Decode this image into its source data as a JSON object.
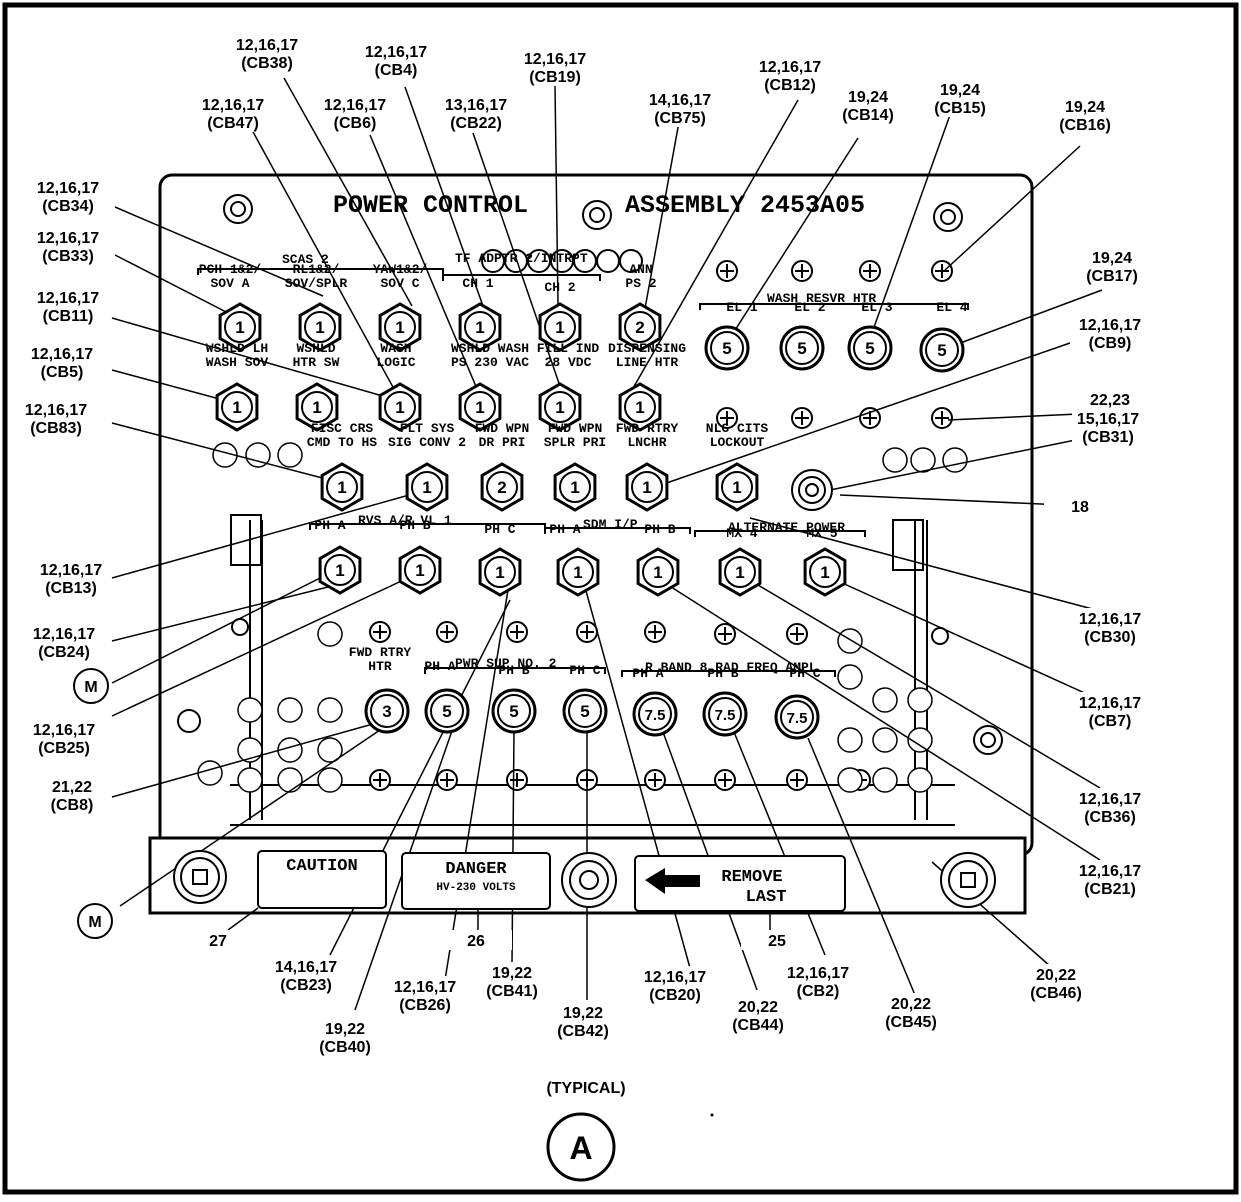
{
  "panel": {
    "title_left": "POWER CONTROL",
    "title_right": "ASSEMBLY 2453A05",
    "caution": "CAUTION",
    "danger": "DANGER",
    "danger_sub": "HV-230 VOLTS",
    "remove1": "REMOVE",
    "remove2": "LAST"
  },
  "view": {
    "typical": "(TYPICAL)",
    "letter": "A"
  },
  "groups": [
    {
      "id": "g-scas2",
      "text": "SCAS 2"
    },
    {
      "id": "g-tf",
      "text": "TF ADPTR 2/INTRPT"
    },
    {
      "id": "g-wash",
      "text": "WASH RESVR HTR"
    },
    {
      "id": "g-rvs",
      "text": "RVS A/R VL 1"
    },
    {
      "id": "g-sdm",
      "text": "SDM I/P"
    },
    {
      "id": "g-alt",
      "text": "ALTERNATE POWER"
    },
    {
      "id": "g-pwr",
      "text": "PWR SUP NO. 2"
    },
    {
      "id": "g-rband",
      "text": "R BAND 8 RAD FREQ AMPL"
    }
  ],
  "labels": [
    {
      "id": "r1-a",
      "l1": "PCH 1&2/",
      "l2": "SOV A"
    },
    {
      "id": "r1-b",
      "l1": "RL1&2/",
      "l2": "SOV/SPLR"
    },
    {
      "id": "r1-c",
      "l1": "YAW1&2/",
      "l2": "SOV C"
    },
    {
      "id": "r1-d",
      "l1": "",
      "l2": "CH 1"
    },
    {
      "id": "r1-e",
      "l1": "",
      "l2": "CH 2"
    },
    {
      "id": "r1-f",
      "l1": "ANN",
      "l2": "PS 2"
    },
    {
      "id": "r2-a",
      "l1": "WSHLD LH",
      "l2": "WASH SOV"
    },
    {
      "id": "r2-b",
      "l1": "WSHLD",
      "l2": "HTR SW"
    },
    {
      "id": "r2-c",
      "l1": "WASH",
      "l2": "LOGIC"
    },
    {
      "id": "r2-d",
      "l1": "WSHLD WASH",
      "l2": "PS 230 VAC"
    },
    {
      "id": "r2-e",
      "l1": "FILL IND",
      "l2": "28 VDC"
    },
    {
      "id": "r2-f",
      "l1": "DISPENSING",
      "l2": "LINE HTR"
    },
    {
      "id": "r3-a",
      "l1": "FISC CRS",
      "l2": "CMD TO HS"
    },
    {
      "id": "r3-b",
      "l1": "FLT SYS",
      "l2": "SIG CONV 2"
    },
    {
      "id": "r3-c",
      "l1": "FWD WPN",
      "l2": "DR PRI"
    },
    {
      "id": "r3-d",
      "l1": "FWD WPN",
      "l2": "SPLR PRI"
    },
    {
      "id": "r3-e",
      "l1": "FWD RTRY",
      "l2": "LNCHR"
    },
    {
      "id": "r3-f",
      "l1": "NLG CITS",
      "l2": "LOCKOUT"
    },
    {
      "id": "r4-a",
      "l1": "",
      "l2": "PH A"
    },
    {
      "id": "r4-b",
      "l1": "",
      "l2": "PH B"
    },
    {
      "id": "r4-c",
      "l1": "",
      "l2": "PH C"
    },
    {
      "id": "r4-d",
      "l1": "",
      "l2": "PH A"
    },
    {
      "id": "r4-e",
      "l1": "",
      "l2": "PH B"
    },
    {
      "id": "r4-f",
      "l1": "",
      "l2": "MX 4"
    },
    {
      "id": "r4-g",
      "l1": "",
      "l2": "MX 5"
    },
    {
      "id": "r5-a",
      "l1": "FWD RTRY",
      "l2": "HTR"
    },
    {
      "id": "r5-b",
      "l1": "",
      "l2": "PH A"
    },
    {
      "id": "r5-c",
      "l1": "",
      "l2": "PH B"
    },
    {
      "id": "r5-d",
      "l1": "",
      "l2": "PH C"
    },
    {
      "id": "r5-e",
      "l1": "",
      "l2": "PH A"
    },
    {
      "id": "r5-f",
      "l1": "",
      "l2": "PH B"
    },
    {
      "id": "r5-g",
      "l1": "",
      "l2": "PH C"
    },
    {
      "id": "el-1",
      "l1": "",
      "l2": "EL 1"
    },
    {
      "id": "el-2",
      "l1": "",
      "l2": "EL 2"
    },
    {
      "id": "el-3",
      "l1": "",
      "l2": "EL 3"
    },
    {
      "id": "el-4",
      "l1": "",
      "l2": "EL 4"
    }
  ],
  "breakers": [
    {
      "id": "cb-r1-a",
      "rating": "1"
    },
    {
      "id": "cb-r1-b",
      "rating": "1"
    },
    {
      "id": "cb-r1-c",
      "rating": "1"
    },
    {
      "id": "cb-r1-d",
      "rating": "1"
    },
    {
      "id": "cb-r1-e",
      "rating": "1"
    },
    {
      "id": "cb-r1-f",
      "rating": "2"
    },
    {
      "id": "cb-r2-a",
      "rating": "1"
    },
    {
      "id": "cb-r2-b",
      "rating": "1"
    },
    {
      "id": "cb-r2-c",
      "rating": "1"
    },
    {
      "id": "cb-r2-d",
      "rating": "1"
    },
    {
      "id": "cb-r2-e",
      "rating": "1"
    },
    {
      "id": "cb-r2-f",
      "rating": "1"
    },
    {
      "id": "cb-r3-a",
      "rating": "1"
    },
    {
      "id": "cb-r3-b",
      "rating": "1"
    },
    {
      "id": "cb-r3-c",
      "rating": "2"
    },
    {
      "id": "cb-r3-d",
      "rating": "1"
    },
    {
      "id": "cb-r3-e",
      "rating": "1"
    },
    {
      "id": "cb-r3-f",
      "rating": "1"
    },
    {
      "id": "cb-r4-a",
      "rating": "1"
    },
    {
      "id": "cb-r4-b",
      "rating": "1"
    },
    {
      "id": "cb-r4-c",
      "rating": "1"
    },
    {
      "id": "cb-r4-d",
      "rating": "1"
    },
    {
      "id": "cb-r4-e",
      "rating": "1"
    },
    {
      "id": "cb-r4-f",
      "rating": "1"
    },
    {
      "id": "cb-r4-g",
      "rating": "1"
    },
    {
      "id": "cb-el-1",
      "rating": "5"
    },
    {
      "id": "cb-el-2",
      "rating": "5"
    },
    {
      "id": "cb-el-3",
      "rating": "5"
    },
    {
      "id": "cb-el-4",
      "rating": "5"
    },
    {
      "id": "cb-r5-a",
      "rating": "3"
    },
    {
      "id": "cb-r5-b",
      "rating": "5"
    },
    {
      "id": "cb-r5-c",
      "rating": "5"
    },
    {
      "id": "cb-r5-d",
      "rating": "5"
    },
    {
      "id": "cb-r5-e",
      "rating": "7.5"
    },
    {
      "id": "cb-r5-f",
      "rating": "7.5"
    },
    {
      "id": "cb-r5-g",
      "rating": "7.5"
    }
  ],
  "callouts": [
    {
      "id": "c-cb38",
      "l1": "12,16,17",
      "l2": "(CB38)"
    },
    {
      "id": "c-cb4",
      "l1": "12,16,17",
      "l2": "(CB4)"
    },
    {
      "id": "c-cb19",
      "l1": "12,16,17",
      "l2": "(CB19)"
    },
    {
      "id": "c-cb12",
      "l1": "12,16,17",
      "l2": "(CB12)"
    },
    {
      "id": "c-cb47",
      "l1": "12,16,17",
      "l2": "(CB47)"
    },
    {
      "id": "c-cb6",
      "l1": "12,16,17",
      "l2": "(CB6)"
    },
    {
      "id": "c-cb22",
      "l1": "13,16,17",
      "l2": "(CB22)"
    },
    {
      "id": "c-cb75",
      "l1": "14,16,17",
      "l2": "(CB75)"
    },
    {
      "id": "c-cb14",
      "l1": "19,24",
      "l2": "(CB14)"
    },
    {
      "id": "c-cb15",
      "l1": "19,24",
      "l2": "(CB15)"
    },
    {
      "id": "c-cb16",
      "l1": "19,24",
      "l2": "(CB16)"
    },
    {
      "id": "c-cb34",
      "l1": "12,16,17",
      "l2": "(CB34)"
    },
    {
      "id": "c-cb33",
      "l1": "12,16,17",
      "l2": "(CB33)"
    },
    {
      "id": "c-cb11",
      "l1": "12,16,17",
      "l2": "(CB11)"
    },
    {
      "id": "c-cb5",
      "l1": "12,16,17",
      "l2": "(CB5)"
    },
    {
      "id": "c-cb83",
      "l1": "12,16,17",
      "l2": "(CB83)"
    },
    {
      "id": "c-cb17",
      "l1": "19,24",
      "l2": "(CB17)"
    },
    {
      "id": "c-cb9",
      "l1": "12,16,17",
      "l2": "(CB9)"
    },
    {
      "id": "c-2223",
      "l1": "22,23",
      "l2": ""
    },
    {
      "id": "c-cb31",
      "l1": "15,16,17",
      "l2": "(CB31)"
    },
    {
      "id": "c-18",
      "l1": "18",
      "l2": ""
    },
    {
      "id": "c-cb13",
      "l1": "12,16,17",
      "l2": "(CB13)"
    },
    {
      "id": "c-cb24",
      "l1": "12,16,17",
      "l2": "(CB24)"
    },
    {
      "id": "c-cb25",
      "l1": "12,16,17",
      "l2": "(CB25)"
    },
    {
      "id": "c-cb8",
      "l1": "21,22",
      "l2": "(CB8)"
    },
    {
      "id": "c-cb30",
      "l1": "12,16,17",
      "l2": "(CB30)"
    },
    {
      "id": "c-cb7",
      "l1": "12,16,17",
      "l2": "(CB7)"
    },
    {
      "id": "c-cb36",
      "l1": "12,16,17",
      "l2": "(CB36)"
    },
    {
      "id": "c-cb21",
      "l1": "12,16,17",
      "l2": "(CB21)"
    },
    {
      "id": "c-cb46",
      "l1": "20,22",
      "l2": "(CB46)"
    },
    {
      "id": "c-27",
      "l1": "27",
      "l2": ""
    },
    {
      "id": "c-26",
      "l1": "26",
      "l2": ""
    },
    {
      "id": "c-25",
      "l1": "25",
      "l2": ""
    },
    {
      "id": "c-cb23",
      "l1": "14,16,17",
      "l2": "(CB23)"
    },
    {
      "id": "c-cb26",
      "l1": "12,16,17",
      "l2": "(CB26)"
    },
    {
      "id": "c-cb41",
      "l1": "19,22",
      "l2": "(CB41)"
    },
    {
      "id": "c-cb40",
      "l1": "19,22",
      "l2": "(CB40)"
    },
    {
      "id": "c-cb42",
      "l1": "19,22",
      "l2": "(CB42)"
    },
    {
      "id": "c-cb20",
      "l1": "12,16,17",
      "l2": "(CB20)"
    },
    {
      "id": "c-cb44",
      "l1": "20,22",
      "l2": "(CB44)"
    },
    {
      "id": "c-cb2",
      "l1": "12,16,17",
      "l2": "(CB2)"
    },
    {
      "id": "c-cb45",
      "l1": "20,22",
      "l2": "(CB45)"
    },
    {
      "id": "c-m1",
      "l1": "M",
      "l2": ""
    },
    {
      "id": "c-m2",
      "l1": "M",
      "l2": ""
    }
  ]
}
